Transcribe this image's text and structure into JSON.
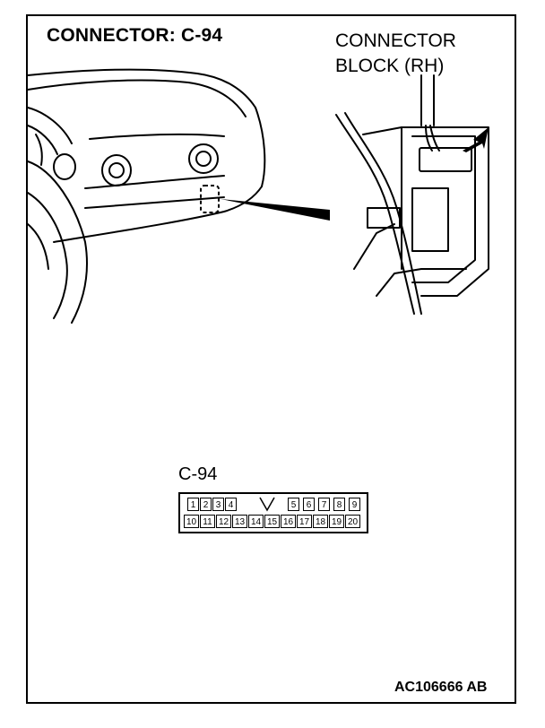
{
  "title": "CONNECTOR: C-94",
  "connector_block_label": [
    "CONNECTOR",
    "BLOCK (RH)"
  ],
  "connector_id": "C-94",
  "pins_top": [
    "1",
    "2",
    "3",
    "4",
    "",
    "5",
    "6",
    "7",
    "8",
    "9"
  ],
  "pins_bottom": [
    "10",
    "11",
    "12",
    "13",
    "14",
    "15",
    "16",
    "17",
    "18",
    "19",
    "20"
  ],
  "figure_code": "AC106666 AB"
}
